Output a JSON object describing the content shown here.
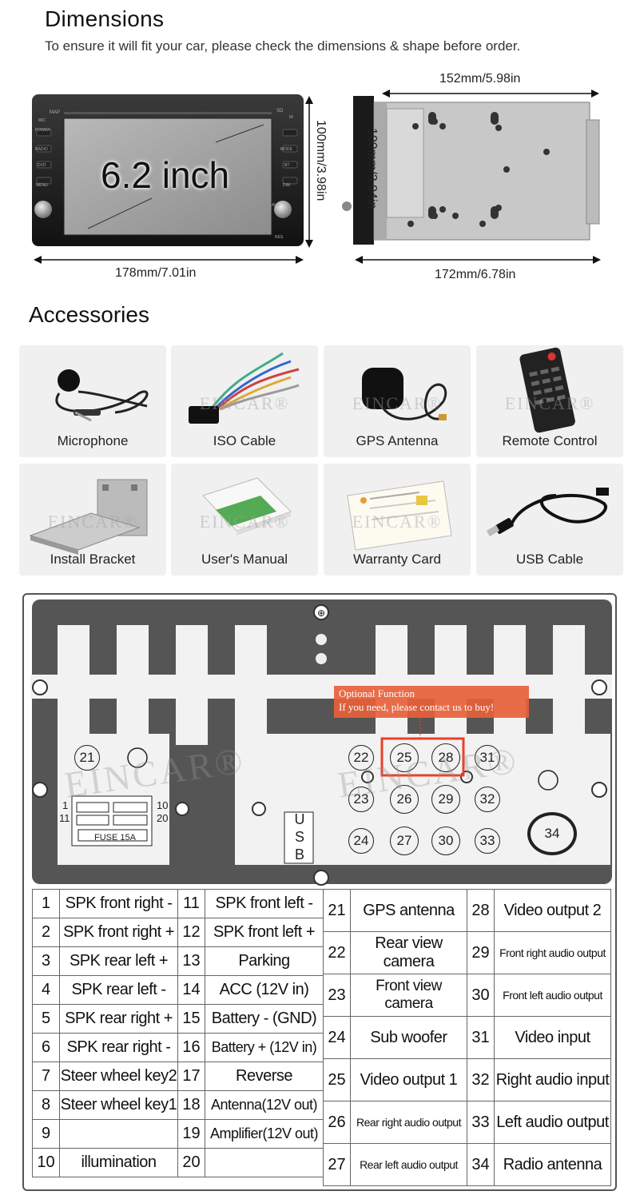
{
  "dimensions": {
    "title": "Dimensions",
    "subtitle": "To ensure it will fit your car, please check the dimensions & shape before order.",
    "screen_size": "6.2 inch",
    "front_width": "178mm/7.01in",
    "front_height": "100mm/3.98in",
    "side_top_width": "152mm/5.98in",
    "side_height": "100mm/3.94in",
    "side_bottom_width": "172mm/6.78in",
    "front_buttons_left": [
      "MAP",
      "MIC",
      "POWER",
      "RADIO",
      "DVD",
      "MENU"
    ],
    "front_buttons_right": [
      "SD",
      "IR",
      "MODE",
      "BT",
      "DIM",
      "RES",
      "AUX"
    ]
  },
  "accessories": {
    "title": "Accessories",
    "watermark": "EINCAR®",
    "items": [
      {
        "label": "Microphone"
      },
      {
        "label": "ISO Cable"
      },
      {
        "label": "GPS Antenna"
      },
      {
        "label": "Remote Control"
      },
      {
        "label": "Install Bracket"
      },
      {
        "label": "User's Manual"
      },
      {
        "label": "Warranty Card"
      },
      {
        "label": "USB Cable"
      }
    ]
  },
  "wiring": {
    "optional_line1": "Optional Function",
    "optional_line2": "If you need, please contact us to buy!",
    "fuse": "FUSE 15A",
    "usb": [
      "U",
      "S",
      "B"
    ],
    "watermark": "EINCAR®",
    "connector_pins": {
      "a": "1",
      "b": "10",
      "c": "11",
      "d": "20"
    },
    "ports": [
      "21",
      "22",
      "25",
      "28",
      "31",
      "23",
      "26",
      "29",
      "32",
      "24",
      "27",
      "30",
      "33",
      "34"
    ],
    "colors": {
      "plate": "#555555",
      "optional_box": "#e8613a",
      "highlight": "#e8412a"
    }
  },
  "pins_left": [
    {
      "n": "1",
      "f": "SPK front right -",
      "n2": "11",
      "f2": "SPK front left -"
    },
    {
      "n": "2",
      "f": "SPK front right +",
      "n2": "12",
      "f2": "SPK front left +"
    },
    {
      "n": "3",
      "f": "SPK rear left +",
      "n2": "13",
      "f2": "Parking"
    },
    {
      "n": "4",
      "f": "SPK rear left -",
      "n2": "14",
      "f2": "ACC (12V in)"
    },
    {
      "n": "5",
      "f": "SPK rear right +",
      "n2": "15",
      "f2": "Battery - (GND)"
    },
    {
      "n": "6",
      "f": "SPK rear right -",
      "n2": "16",
      "f2": "Battery + (12V in)"
    },
    {
      "n": "7",
      "f": "Steer wheel key2",
      "n2": "17",
      "f2": "Reverse"
    },
    {
      "n": "8",
      "f": "Steer wheel key1",
      "n2": "18",
      "f2": "Antenna(12V out)"
    },
    {
      "n": "9",
      "f": "",
      "n2": "19",
      "f2": "Amplifier(12V out)"
    },
    {
      "n": "10",
      "f": "illumination",
      "n2": "20",
      "f2": ""
    }
  ],
  "pins_right": [
    {
      "n": "21",
      "f": "GPS antenna",
      "n2": "28",
      "f2": "Video output 2"
    },
    {
      "n": "22",
      "f": "Rear view camera",
      "n2": "29",
      "f2": "Front right audio output"
    },
    {
      "n": "23",
      "f": "Front view camera",
      "n2": "30",
      "f2": "Front left audio output"
    },
    {
      "n": "24",
      "f": "Sub woofer",
      "n2": "31",
      "f2": "Video input"
    },
    {
      "n": "25",
      "f": "Video output 1",
      "n2": "32",
      "f2": "Right audio input"
    },
    {
      "n": "26",
      "f": "Rear right audio output",
      "n2": "33",
      "f2": "Left audio output"
    },
    {
      "n": "27",
      "f": "Rear left audio output",
      "n2": "34",
      "f2": "Radio antenna"
    }
  ]
}
